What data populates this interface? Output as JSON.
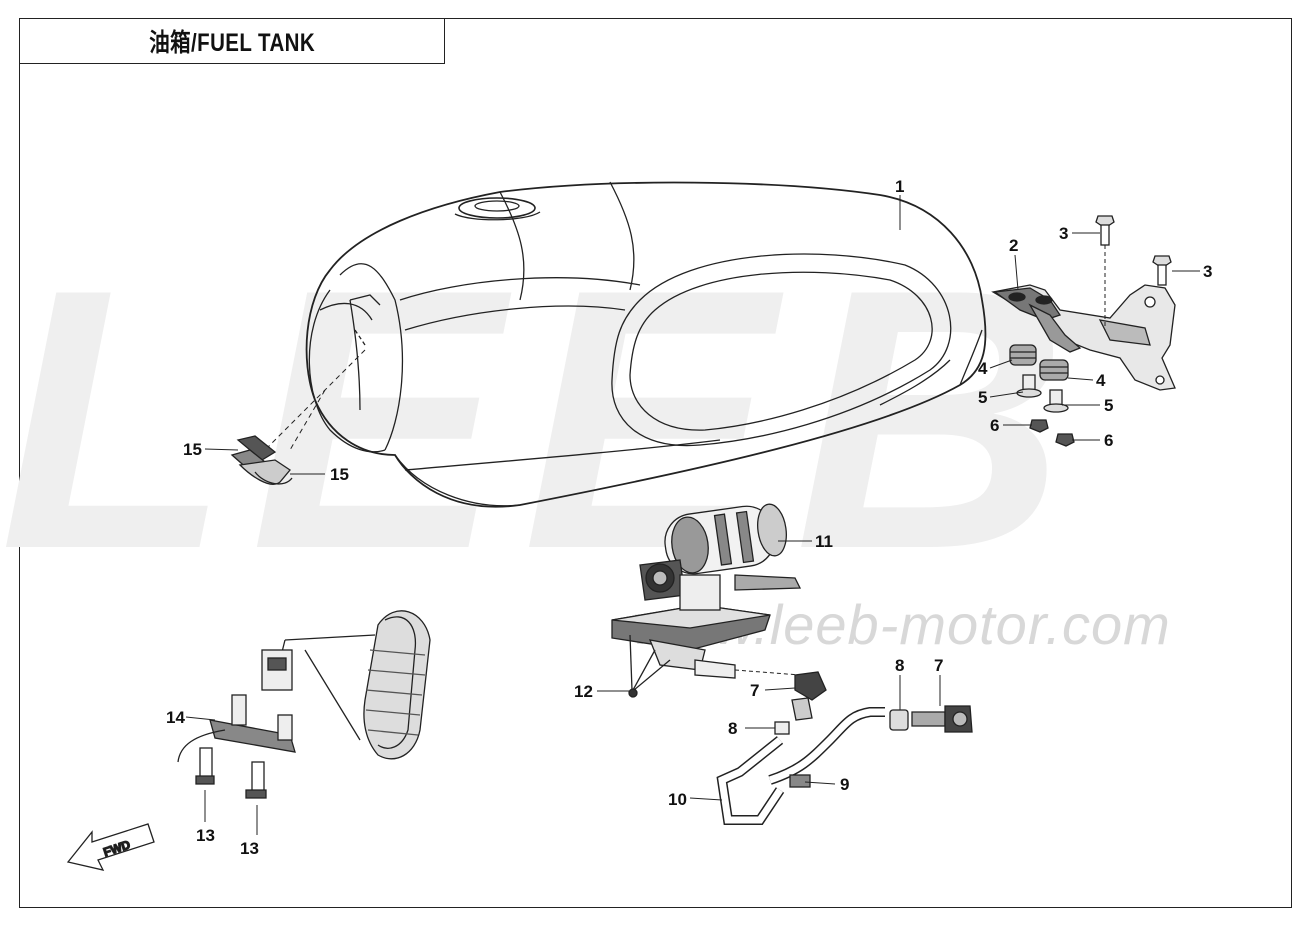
{
  "title": "油箱/FUEL TANK",
  "watermark": {
    "logo": "LEEB",
    "url": "www.leeb-motor.com"
  },
  "fwd_label": "FWD",
  "callouts": {
    "c1": "1",
    "c2": "2",
    "c3a": "3",
    "c3b": "3",
    "c4a": "4",
    "c4b": "4",
    "c5a": "5",
    "c5b": "5",
    "c6a": "6",
    "c6b": "6",
    "c7a": "7",
    "c7b": "7",
    "c8a": "8",
    "c8b": "8",
    "c9": "9",
    "c10": "10",
    "c11": "11",
    "c12": "12",
    "c13a": "13",
    "c13b": "13",
    "c14": "14",
    "c15a": "15",
    "c15b": "15"
  },
  "icons": {
    "fuel_tank": "fuel-tank-icon",
    "bracket": "bracket-icon",
    "fuel_pump": "fuel-pump-icon",
    "fuel_sensor": "fuel-level-sensor-icon",
    "fuel_hose": "fuel-hose-icon",
    "fwd_arrow": "forward-arrow-icon"
  }
}
